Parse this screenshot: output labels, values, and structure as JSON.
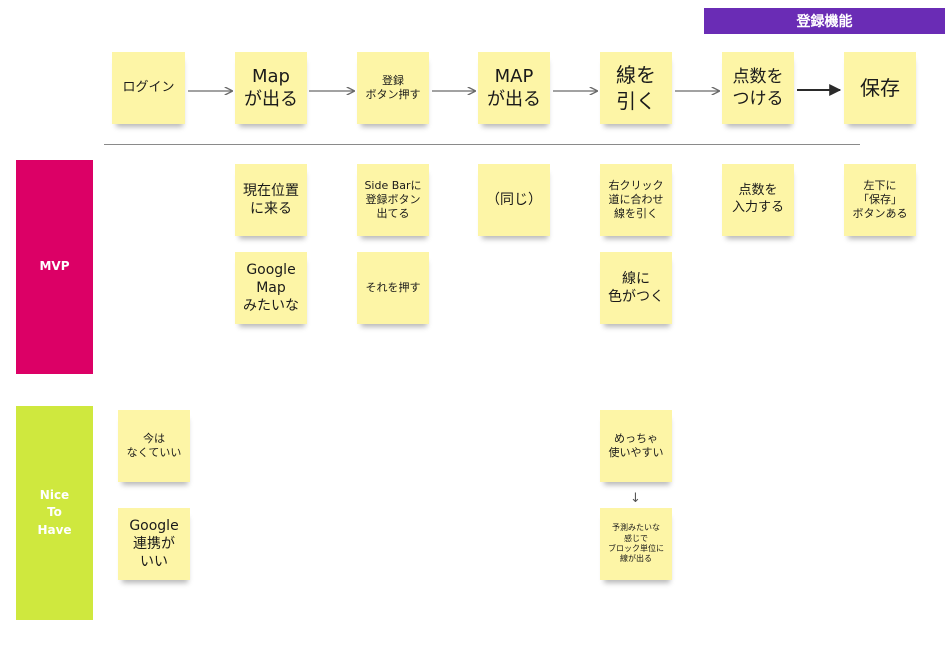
{
  "header": {
    "title": "登録機能"
  },
  "flow_steps": [
    {
      "id": "login",
      "text": "ログイン"
    },
    {
      "id": "map-appears",
      "text": "Map\nが出る"
    },
    {
      "id": "press-register",
      "text": "登録\nボタン押す"
    },
    {
      "id": "map-appears-2",
      "text": "MAP\nが出る"
    },
    {
      "id": "draw-line",
      "text": "線を\n引く"
    },
    {
      "id": "add-score",
      "text": "点数を\nつける"
    },
    {
      "id": "save",
      "text": "保存"
    }
  ],
  "bands": {
    "mvp": "MVP",
    "nice": "Nice\nTo\nHave"
  },
  "mvp_notes": [
    {
      "id": "current-location",
      "text": "現在位置\nに来る"
    },
    {
      "id": "google-map-like",
      "text": "Google\nMap\nみたいな"
    },
    {
      "id": "sidebar-register",
      "text": "Side Barに\n登録ボタン\n出てる"
    },
    {
      "id": "press-it",
      "text": "それを押す"
    },
    {
      "id": "same",
      "text": "（同じ）"
    },
    {
      "id": "right-click-line",
      "text": "右クリック\n道に合わせ\n線を引く"
    },
    {
      "id": "line-colored",
      "text": "線に\n色がつく"
    },
    {
      "id": "enter-score",
      "text": "点数を\n入力する"
    },
    {
      "id": "save-button-bottom-left",
      "text": "左下に\n「保存」\nボタンある"
    }
  ],
  "nice_notes": [
    {
      "id": "not-needed-now",
      "text": "今は\nなくていい"
    },
    {
      "id": "google-integration",
      "text": "Google\n連携が\nいい"
    },
    {
      "id": "super-easy",
      "text": "めっちゃ\n使いやすい"
    },
    {
      "id": "prediction-block",
      "text": "予測みたいな\n感じで\nブロック単位に\n線が出る"
    }
  ],
  "down_arrow": "↓"
}
